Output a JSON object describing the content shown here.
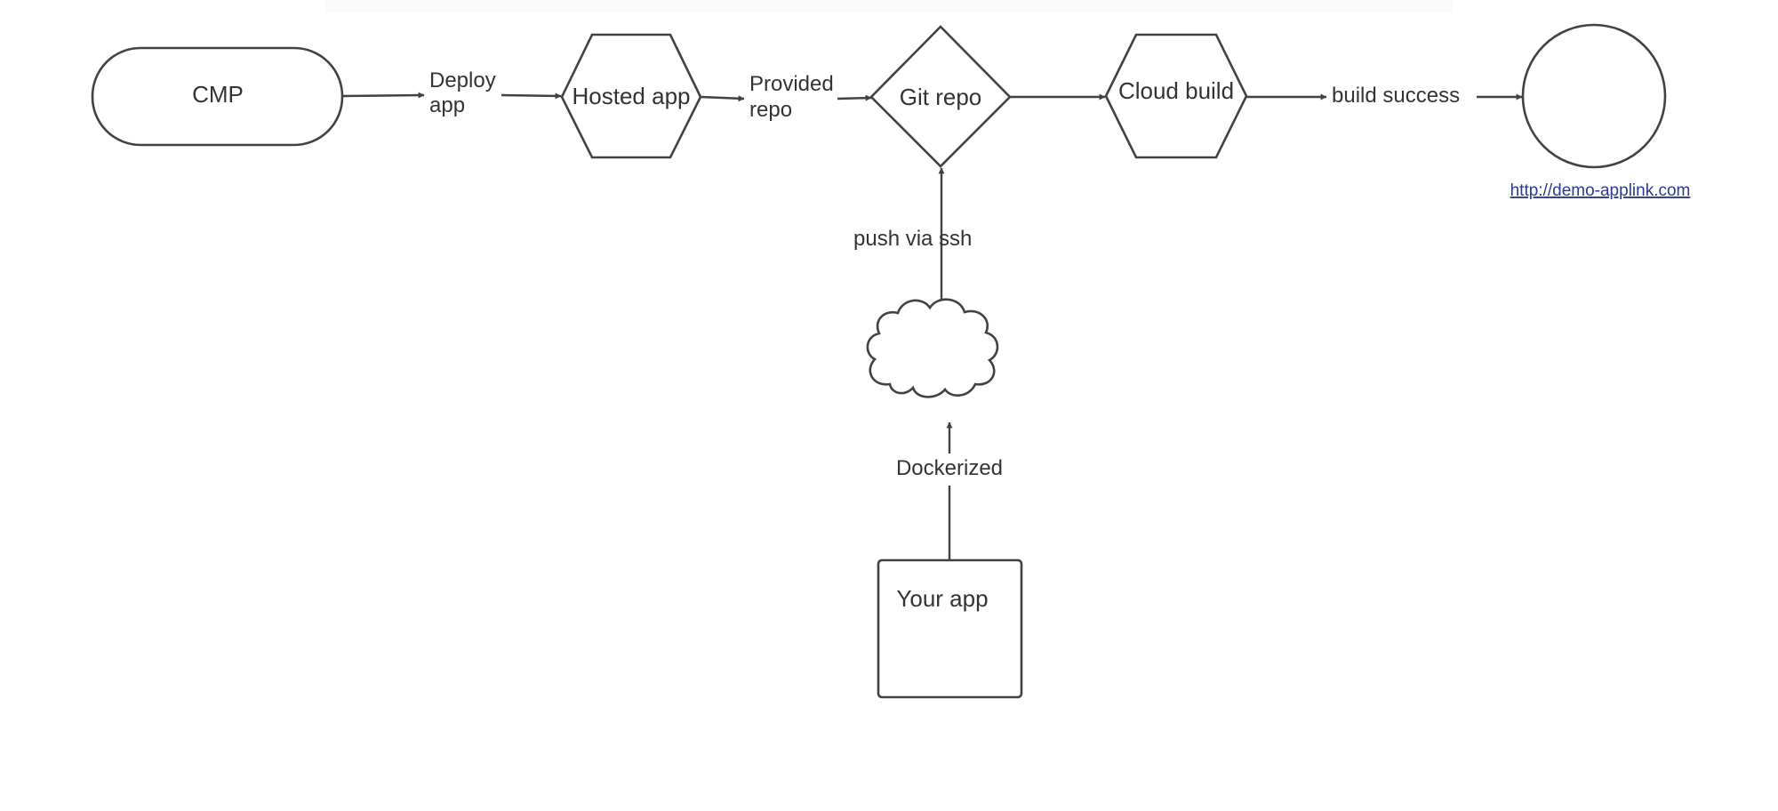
{
  "colors": {
    "background": "#ffffff",
    "stroke": "#3f4246",
    "text": "#333333",
    "link": "#2b3a8f"
  },
  "nodes": {
    "cmp": {
      "label": "CMP",
      "shape": "stadium"
    },
    "hosted_app": {
      "label": "Hosted app",
      "shape": "hexagon"
    },
    "git_repo": {
      "label": "Git repo",
      "shape": "diamond"
    },
    "cloud_build": {
      "label": "Cloud build",
      "shape": "hexagon"
    },
    "result": {
      "label": "",
      "shape": "circle"
    },
    "cloud": {
      "label": "",
      "shape": "cloud"
    },
    "your_app": {
      "label": "Your app",
      "shape": "rectangle"
    }
  },
  "edge_labels": {
    "deploy_app": [
      "Deploy",
      "app"
    ],
    "provided_repo": [
      "Provided",
      "repo"
    ],
    "push_via_ssh": "push via ssh",
    "build_success": "build success",
    "dockerized": "Dockerized"
  },
  "link": {
    "text": "http://demo-applink.com"
  },
  "icons": {
    "arrowhead": "arrowhead-icon"
  }
}
